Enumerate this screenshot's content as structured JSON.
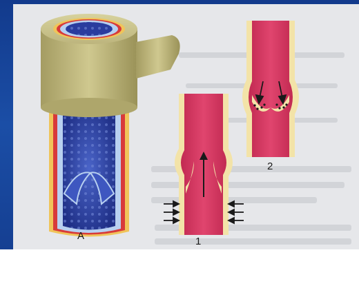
{
  "figure": {
    "label_a": "А",
    "label_1": "1",
    "label_2": "2"
  },
  "colors": {
    "slide_blue": "#1b4ea6",
    "vein_interior": "#2a3c9e",
    "vessel_red": "#d7335f",
    "vessel_wall": "#f3e3a8",
    "outer_wall": "#b9b17a"
  }
}
